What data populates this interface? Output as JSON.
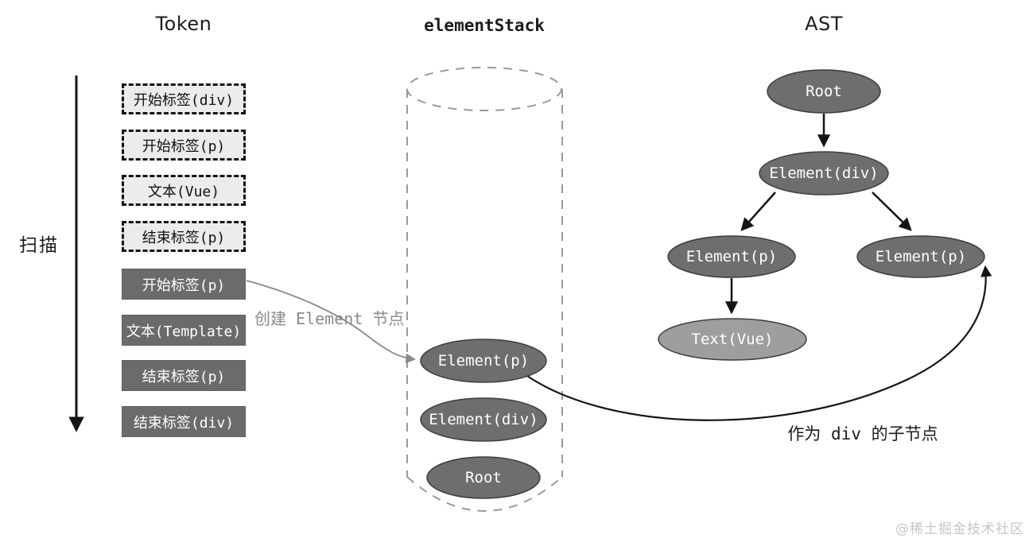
{
  "token_column": {
    "title": "Token",
    "scan_label": "扫描",
    "items": [
      {
        "label": "开始标签(div)",
        "state": "consumed"
      },
      {
        "label": "开始标签(p)",
        "state": "consumed"
      },
      {
        "label": "文本(Vue)",
        "state": "consumed"
      },
      {
        "label": "结束标签(p)",
        "state": "consumed"
      },
      {
        "label": "开始标签(p)",
        "state": "pending"
      },
      {
        "label": "文本(Template)",
        "state": "pending"
      },
      {
        "label": "结束标签(p)",
        "state": "pending"
      },
      {
        "label": "结束标签(div)",
        "state": "pending"
      }
    ]
  },
  "stack_column": {
    "title": "elementStack",
    "items": [
      "Element(p)",
      "Element(div)",
      "Root"
    ]
  },
  "ast_column": {
    "title": "AST",
    "nodes": {
      "root": "Root",
      "div": "Element(div)",
      "p_left": "Element(p)",
      "p_right": "Element(p)",
      "text": "Text(Vue)"
    }
  },
  "annotations": {
    "create_element": "创建 Element 节点",
    "as_child": "作为 div 的子节点"
  },
  "watermark": "@稀土掘金技术社区",
  "colors": {
    "token_solid": "#6b6b6b",
    "node_dark": "#6e6e6e",
    "node_light": "#9e9e9e",
    "token_dashed_fill": "#ececec",
    "gray_line": "#8a8a8a",
    "black_line": "#141414",
    "cylinder_dash": "#9a9a9a"
  }
}
